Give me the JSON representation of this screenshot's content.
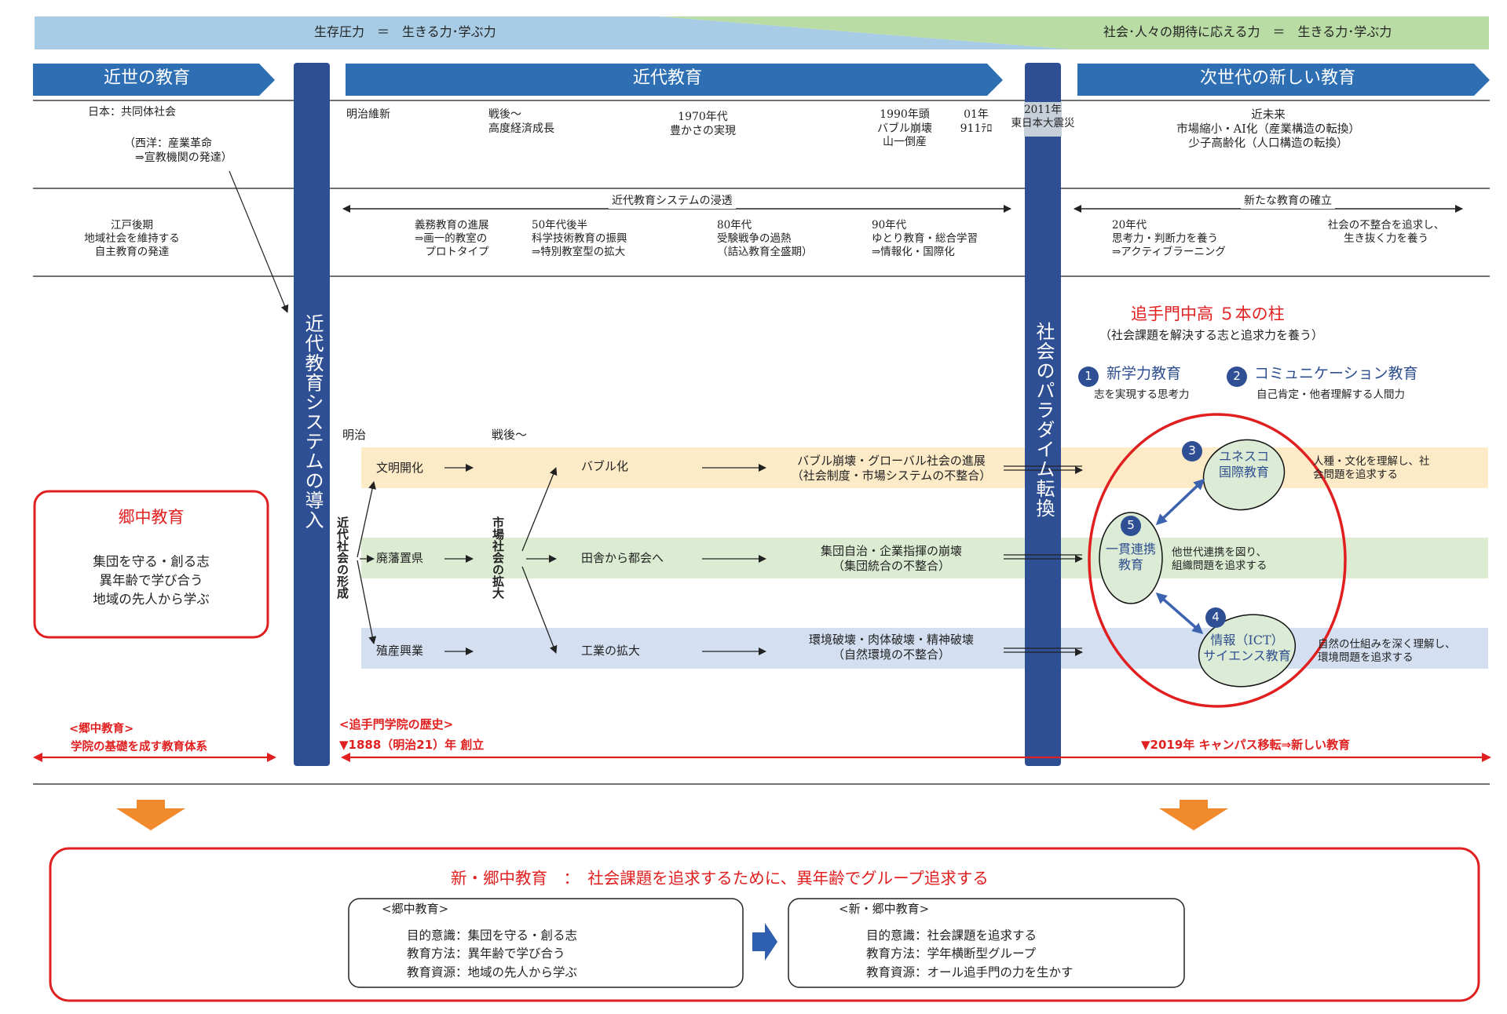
{
  "top_band": {
    "left": "生存圧力　＝　生きる力･学ぶ力",
    "right": "社会･人々の期待に応える力　＝　生きる力･学ぶ力"
  },
  "eras": {
    "early_modern": "近世の教育",
    "modern": "近代教育",
    "next_gen": "次世代の新しい教育"
  },
  "pillars": {
    "modern_system": "近代教育システムの導入",
    "paradigm": "社会のパラダイム転換"
  },
  "timeline": {
    "japan_community": "日本：共同体社会",
    "western": "（西洋：産業革命\n　⇒宣教機関の発達）",
    "meiji_restoration": "明治維新",
    "postwar": "戦後～\n高度経済成長",
    "seventies": "1970年代\n豊かさの実現",
    "nineties": "1990年頭\nバブル崩壊\n山一倒産",
    "y2001": "01年\n911ﾃﾛ",
    "y2011": "2011年\n東日本大震災",
    "future": "近未来\n市場縮小・AI化（産業構造の転換）\n少子高齢化（人口構造の転換）"
  },
  "systems": {
    "penetration": "近代教育システムの浸透",
    "new_establish": "新たな教育の確立",
    "edo_late": "江戸後期\n地域社会を維持する\n自主教育の発達",
    "compulsory": "義務教育の進展\n⇒画一的教室の\n　プロトタイプ",
    "fifties": "50年代後半\n科学技術教育の振興\n⇒特別教室型の拡大",
    "eighties": "80年代\n受験戦争の過熱\n（詰込教育全盛期）",
    "ninety_s": "90年代\nゆとり教育・総合学習\n⇒情報化・国際化",
    "twenties": "20年代\n思考力・判断力を養う\n⇒アクティブラーニング",
    "contradiction": "社会の不整合を追求し、\n生き抜く力を養う"
  },
  "gochu": {
    "title": "郷中教育",
    "body": "集団を守る・創る志\n異年齢で学び合う\n地域の先人から学ぶ"
  },
  "flow": {
    "meiji": "明治",
    "postwar": "戦後～",
    "modern_society": "近代社会の形成",
    "market_society": "市場社会の拡大",
    "row1": {
      "a": "文明開化",
      "b": "バブル化",
      "c": "バブル崩壊・グローバル社会の進展\n（社会制度・市場システムの不整合）"
    },
    "row2": {
      "a": "廃藩置県",
      "b": "田舎から都会へ",
      "c": "集団自治・企業指揮の崩壊\n（集団統合の不整合）"
    },
    "row3": {
      "a": "殖産興業",
      "b": "工業の拡大",
      "c": "環境破壊・肉体破壊・精神破壊\n（自然環境の不整合）"
    }
  },
  "pillars5": {
    "title": "追手門中高 ５本の柱",
    "subtitle": "（社会課題を解決する志と追求力を養う）",
    "p1_num": "1",
    "p1": "新学力教育",
    "p1_sub": "志を実現する思考力",
    "p2_num": "2",
    "p2": "コミュニケーション教育",
    "p2_sub": "自己肯定・他者理解する人間力",
    "p3_num": "3",
    "p3": "ユネスコ\n国際教育",
    "p4_num": "4",
    "p4": "情報（ICT）\nサイエンス教育",
    "p5_num": "5",
    "p5": "一貫連携\n教育",
    "side1": "人種・文化を理解し、社\n会問題を追求する",
    "side2": "他世代連携を図り、\n組織問題を追求する",
    "side3": "自然の仕組みを深く理解し、\n環境問題を追求する"
  },
  "history": {
    "gochu_label": "<郷中教育>",
    "gochu_sub": "学院の基礎を成す教育体系",
    "otemon_label": "<追手門学院の歴史>",
    "founded": "▼1888（明治21）年 創立",
    "campus": "▼2019年 キャンパス移転⇒新しい教育"
  },
  "bottom": {
    "headline": "新・郷中教育　：　社会課題を追求するために、異年齢でグループ追求する",
    "old_title": "<郷中教育>",
    "old_lines": "目的意識：集団を守る・創る志\n教育方法：異年齢で学び合う\n教育資源：地域の先人から学ぶ",
    "new_title": "<新・郷中教育>",
    "new_lines": "目的意識：社会課題を追求する\n教育方法：学年横断型グループ\n教育資源：オール追手門の力を生かす"
  },
  "colors": {
    "band_blue": "#a9cce6",
    "band_green": "#b9dca4",
    "chevron_blue": "#2e6fb3",
    "pillar_navy": "#2f4f94",
    "row_orange": "#fdebc8",
    "row_green": "#dcecd2",
    "row_blue": "#d4e0f2",
    "accent_red": "#e02020",
    "arrow_orange": "#f08a2c",
    "ellipse_fill": "#dcebd6"
  }
}
